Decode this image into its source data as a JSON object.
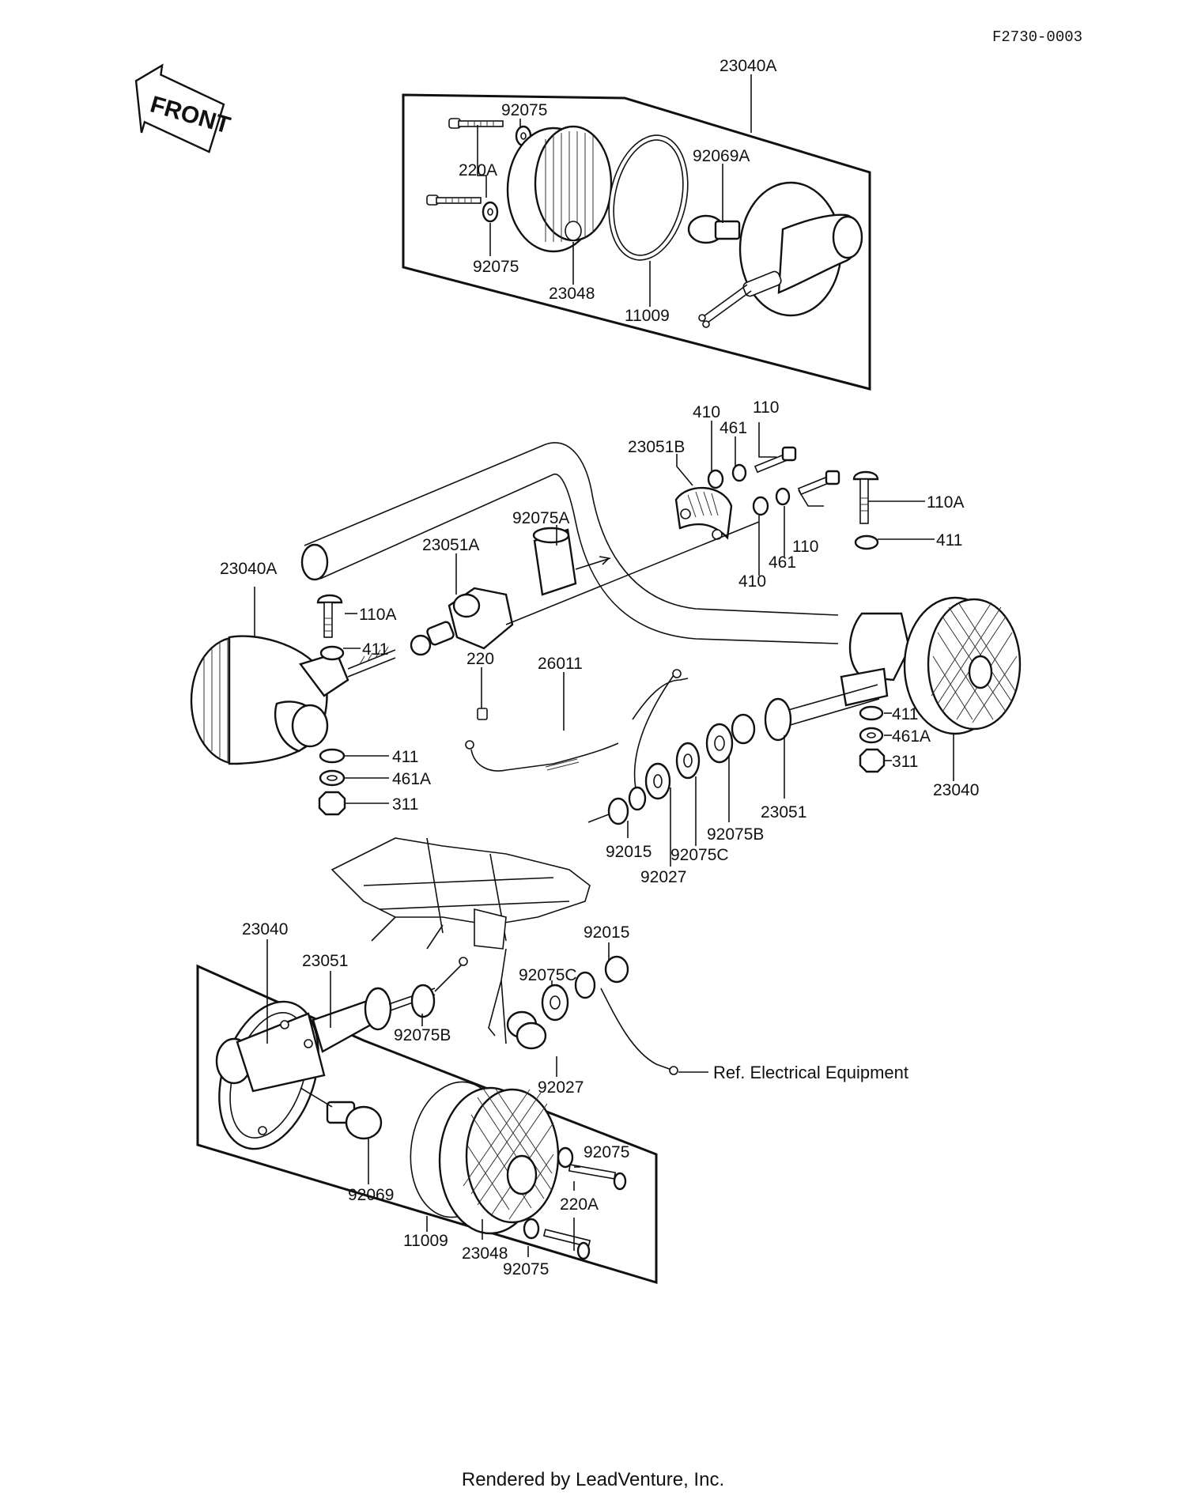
{
  "diagram_id": "F2730-0003",
  "front_arrow": "FRONT",
  "labels": {
    "top_23040A": "23040A",
    "top_92075_a": "92075",
    "top_220A": "220A",
    "top_92069A": "92069A",
    "top_92075_b": "92075",
    "top_23048": "23048",
    "top_11009": "11009",
    "mid_410_a": "410",
    "mid_461_a": "461",
    "mid_110_a": "110",
    "mid_23051B": "23051B",
    "mid_92075A": "92075A",
    "mid_23051A": "23051A",
    "mid_461_b": "461",
    "mid_110_b": "110",
    "mid_410_b": "410",
    "mid_110A_r": "110A",
    "mid_411_r": "411",
    "mid_23040A_l": "23040A",
    "mid_110A_l": "110A",
    "mid_411_l": "411",
    "mid_220": "220",
    "mid_26011": "26011",
    "mid_411_l2": "411",
    "mid_461A_l": "461A",
    "mid_311_l": "311",
    "mid_411_r2": "411",
    "mid_461A_r": "461A",
    "mid_311_r": "311",
    "mid_23040_r": "23040",
    "mid_23051": "23051",
    "mid_92075B": "92075B",
    "mid_92015": "92015",
    "mid_92075C": "92075C",
    "mid_92027": "92027",
    "bot_23040": "23040",
    "bot_23051": "23051",
    "bot_92015": "92015",
    "bot_92075C": "92075C",
    "bot_92075B": "92075B",
    "bot_92027": "92027",
    "bot_92075_a": "92075",
    "bot_220A": "220A",
    "bot_92069": "92069",
    "bot_11009": "11009",
    "bot_23048": "23048",
    "bot_92075_b": "92075"
  },
  "ref_note": "Ref.  Electrical Equipment",
  "footer": "Rendered by LeadVenture, Inc."
}
